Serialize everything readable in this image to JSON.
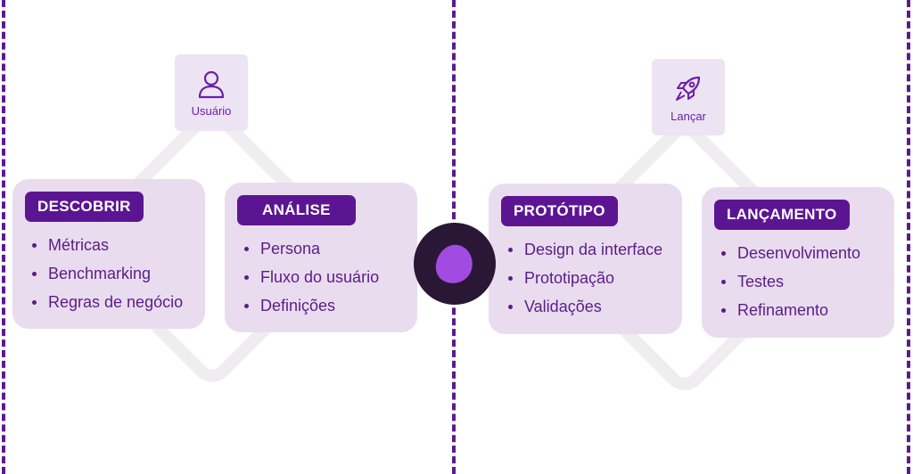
{
  "icon_boxes": [
    {
      "label": "Usuário",
      "icon": "user-icon"
    },
    {
      "label": "Lançar",
      "icon": "rocket-icon"
    }
  ],
  "cards": [
    {
      "title": "DESCOBRIR",
      "items": [
        "Métricas",
        "Benchmarking",
        "Regras de negócio"
      ]
    },
    {
      "title": "ANÁLISE",
      "items": [
        "Persona",
        "Fluxo do usuário",
        "Definições"
      ]
    },
    {
      "title": "PROTÓTIPO",
      "items": [
        "Design da interface",
        "Prototipação",
        "Validações"
      ]
    },
    {
      "title": "LANÇAMENTO",
      "items": [
        "Desenvolvimento",
        "Testes",
        "Refinamento"
      ]
    }
  ],
  "colors": {
    "accent": "#5c1592",
    "card_bg": "#e9dcef",
    "center_circle": "#2a1736",
    "blob": "#a24be0"
  },
  "center_icon": "blob-shape-icon"
}
